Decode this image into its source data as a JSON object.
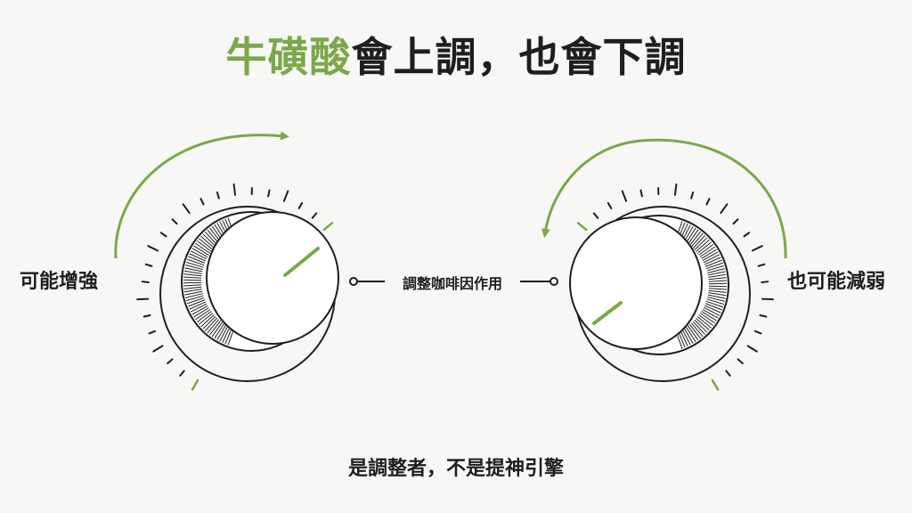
{
  "title": {
    "accent": "牛磺酸",
    "rest": "會上調，也會下調"
  },
  "left_label": "可能增強",
  "right_label": "也可能減弱",
  "center_label": "調整咖啡因作用",
  "footer": "是調整者，不是提神引擎",
  "colors": {
    "accent": "#7aa84a",
    "ink": "#1e1e1e",
    "background": "#f7f7f5"
  },
  "icons": {
    "left_arrow": "clockwise-arrow-icon",
    "right_arrow": "counterclockwise-arrow-icon",
    "knob": "dial-knob-icon"
  }
}
